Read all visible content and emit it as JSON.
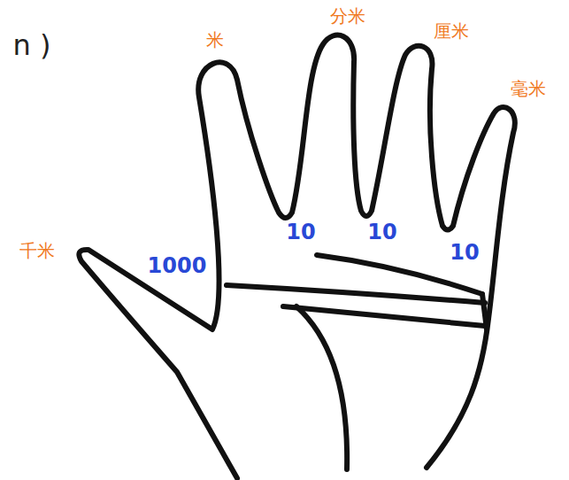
{
  "diagram": {
    "labels": [
      "n )",
      "米",
      "分米",
      "厘米",
      "毫米",
      "千米",
      "1000",
      "10",
      "10",
      "10"
    ]
  }
}
